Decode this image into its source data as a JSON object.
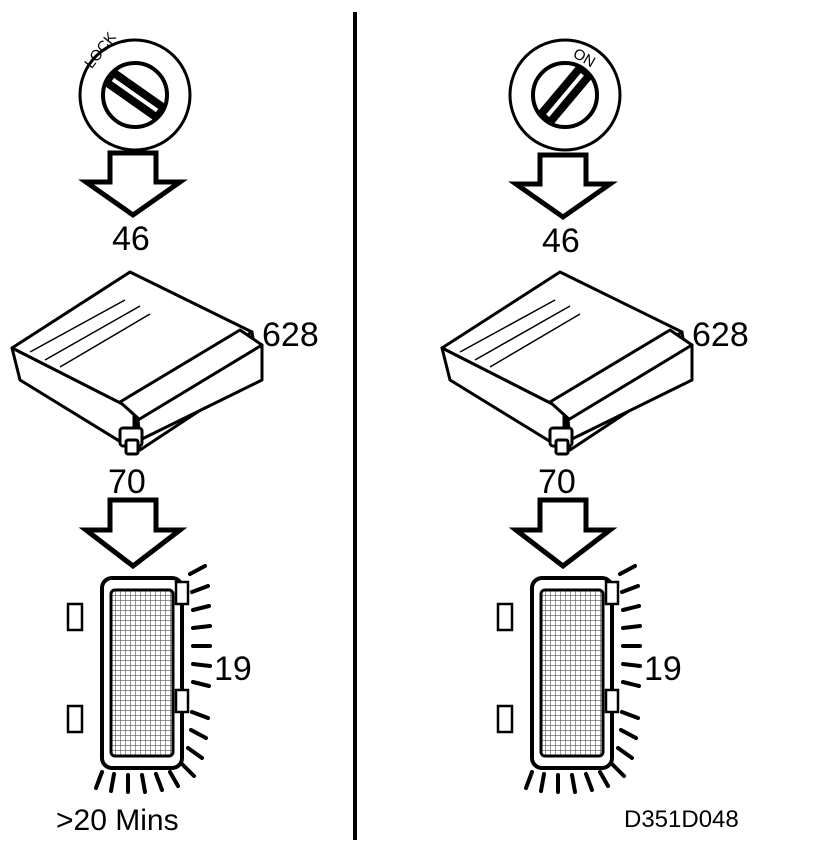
{
  "left": {
    "switch_label": "LOCK",
    "arrow1_label": "46",
    "unit_label": "628",
    "arrow2_label": "70",
    "lamp_label": "19",
    "duration": ">20 Mins"
  },
  "right": {
    "switch_label": "ON",
    "arrow1_label": "46",
    "unit_label": "628",
    "arrow2_label": "70",
    "lamp_label": "19"
  },
  "figure_code": "D351D048"
}
